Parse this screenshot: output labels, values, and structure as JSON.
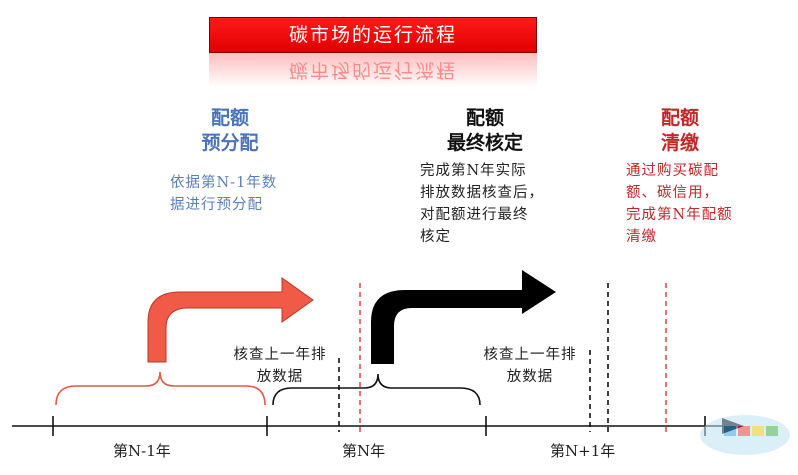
{
  "title": "碳市场的运行流程",
  "stages": [
    {
      "heading_line1": "配额",
      "heading_line2": "预分配",
      "color": "#4a74b8",
      "desc": [
        "依据第N-1年数",
        "据进行预分配"
      ]
    },
    {
      "heading_line1": "配额",
      "heading_line2": "最终核定",
      "color": "#111111",
      "desc": [
        "完成第N年实际",
        "排放数据核查后，",
        "对配额进行最终",
        "核定"
      ]
    },
    {
      "heading_line1": "配额",
      "heading_line2": "清缴",
      "color": "#c0282a",
      "desc": [
        "通过购买碳配",
        "额、碳信用，",
        "完成第N年配额",
        "清缴"
      ]
    }
  ],
  "verify_notes": [
    {
      "line1": "核查上一年排",
      "line2": "放数据"
    },
    {
      "line1": "核查上一年排",
      "line2": "放数据"
    }
  ],
  "years": [
    "第N-1年",
    "第N年",
    "第N+1年"
  ],
  "colors": {
    "arrow_red": "#f05a46",
    "arrow_black": "#000000",
    "bracket_red": "#e05a4a",
    "divider_red": "#e04040"
  }
}
